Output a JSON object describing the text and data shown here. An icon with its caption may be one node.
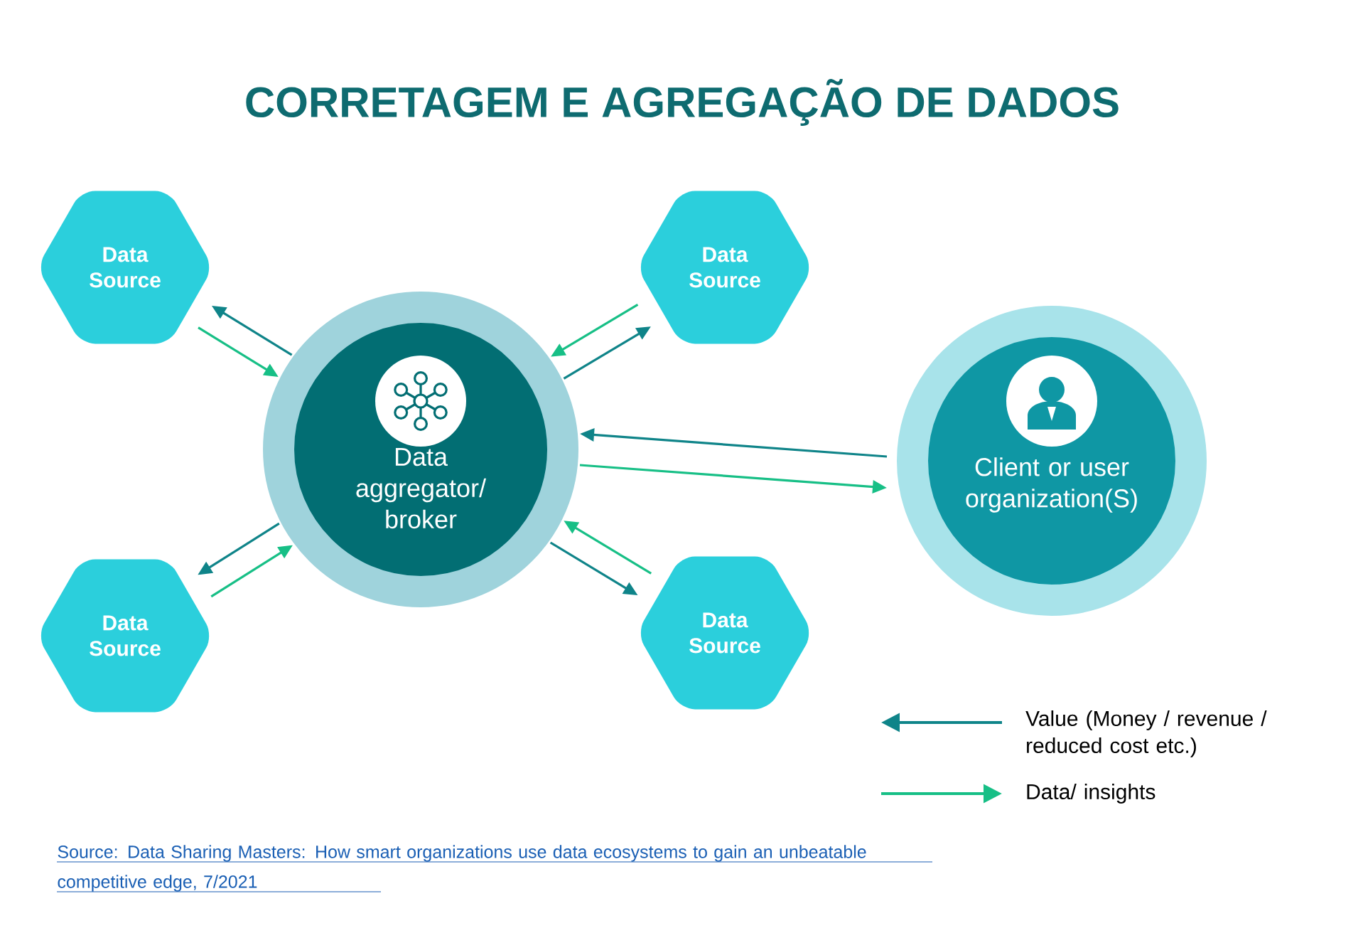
{
  "diagram": {
    "title": "CORRETAGEM E AGREGAÇÃO DE DADOS",
    "nodes": [
      {
        "text": [
          "Data Source"
        ]
      },
      {
        "text": [
          "Data Source"
        ]
      },
      {
        "text": [
          "Data aggregator/ broker"
        ]
      },
      {
        "text": [
          "Client or user organization(S)"
        ]
      },
      {
        "text": [
          "Data Source"
        ]
      },
      {
        "text": [
          "Data Source"
        ]
      }
    ],
    "edges": [
      {
        "from": 2,
        "to": 0,
        "arrow": "to",
        "color": "#0f8489"
      },
      {
        "from": 0,
        "to": 2,
        "arrow": "to",
        "color": "#17bf86"
      },
      {
        "from": 2,
        "to": 1,
        "arrow": "to",
        "color": "#0f8489"
      },
      {
        "from": 1,
        "to": 2,
        "arrow": "to",
        "color": "#17bf86"
      },
      {
        "from": 3,
        "to": 2,
        "arrow": "to",
        "color": "#0f8489"
      },
      {
        "from": 2,
        "to": 3,
        "arrow": "to",
        "color": "#17bf86"
      },
      {
        "from": 2,
        "to": 4,
        "arrow": "to",
        "color": "#0f8489"
      },
      {
        "from": 4,
        "to": 2,
        "arrow": "to",
        "color": "#17bf86"
      },
      {
        "from": 2,
        "to": 5,
        "arrow": "to",
        "color": "#0f8489"
      },
      {
        "from": 5,
        "to": 2,
        "arrow": "to",
        "color": "#17bf86"
      }
    ],
    "labels": [
      "Source: Data Sharing Masters: How smart organizations use data ecosystems to gain an unbeatable competitive edge, 7/2021"
    ],
    "legend": [
      {
        "text": "Value (Money / revenue / reduced cost etc.)",
        "color": "#0f8489"
      },
      {
        "text": "Data/ insights",
        "color": "#17bf86"
      }
    ]
  }
}
